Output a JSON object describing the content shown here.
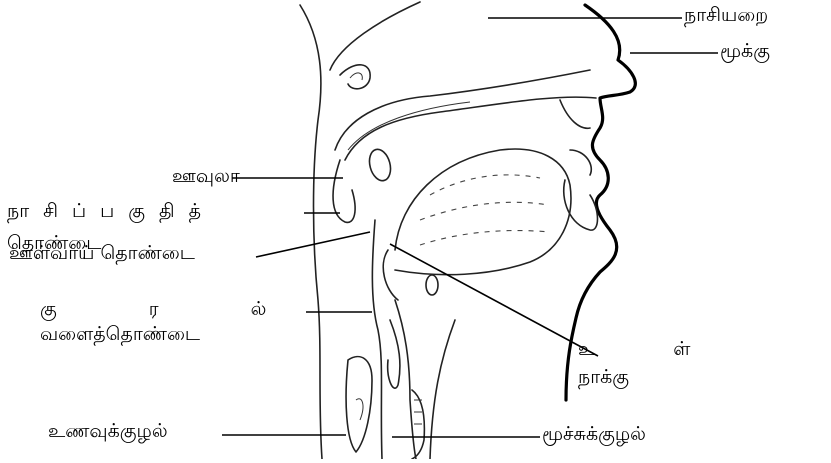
{
  "labels": {
    "nasal_cavity": "நாசியறை",
    "nose": "மூக்கு",
    "uvula": "ஊவுலா",
    "nasopharynx_line1": "நாசிப்பகுதித்",
    "nasopharynx_line2": "தொண்டை",
    "oropharynx": "ஊள்வாய் தொண்டை",
    "laryngopharynx_line1": "குரல்",
    "laryngopharynx_line2": "வளைத்தொண்டை",
    "tongue_line1": "உள்",
    "tongue_line2": "நாக்கு",
    "esophagus": "உணவுக்குழல்",
    "trachea": "மூச்சுக்குழல்"
  }
}
